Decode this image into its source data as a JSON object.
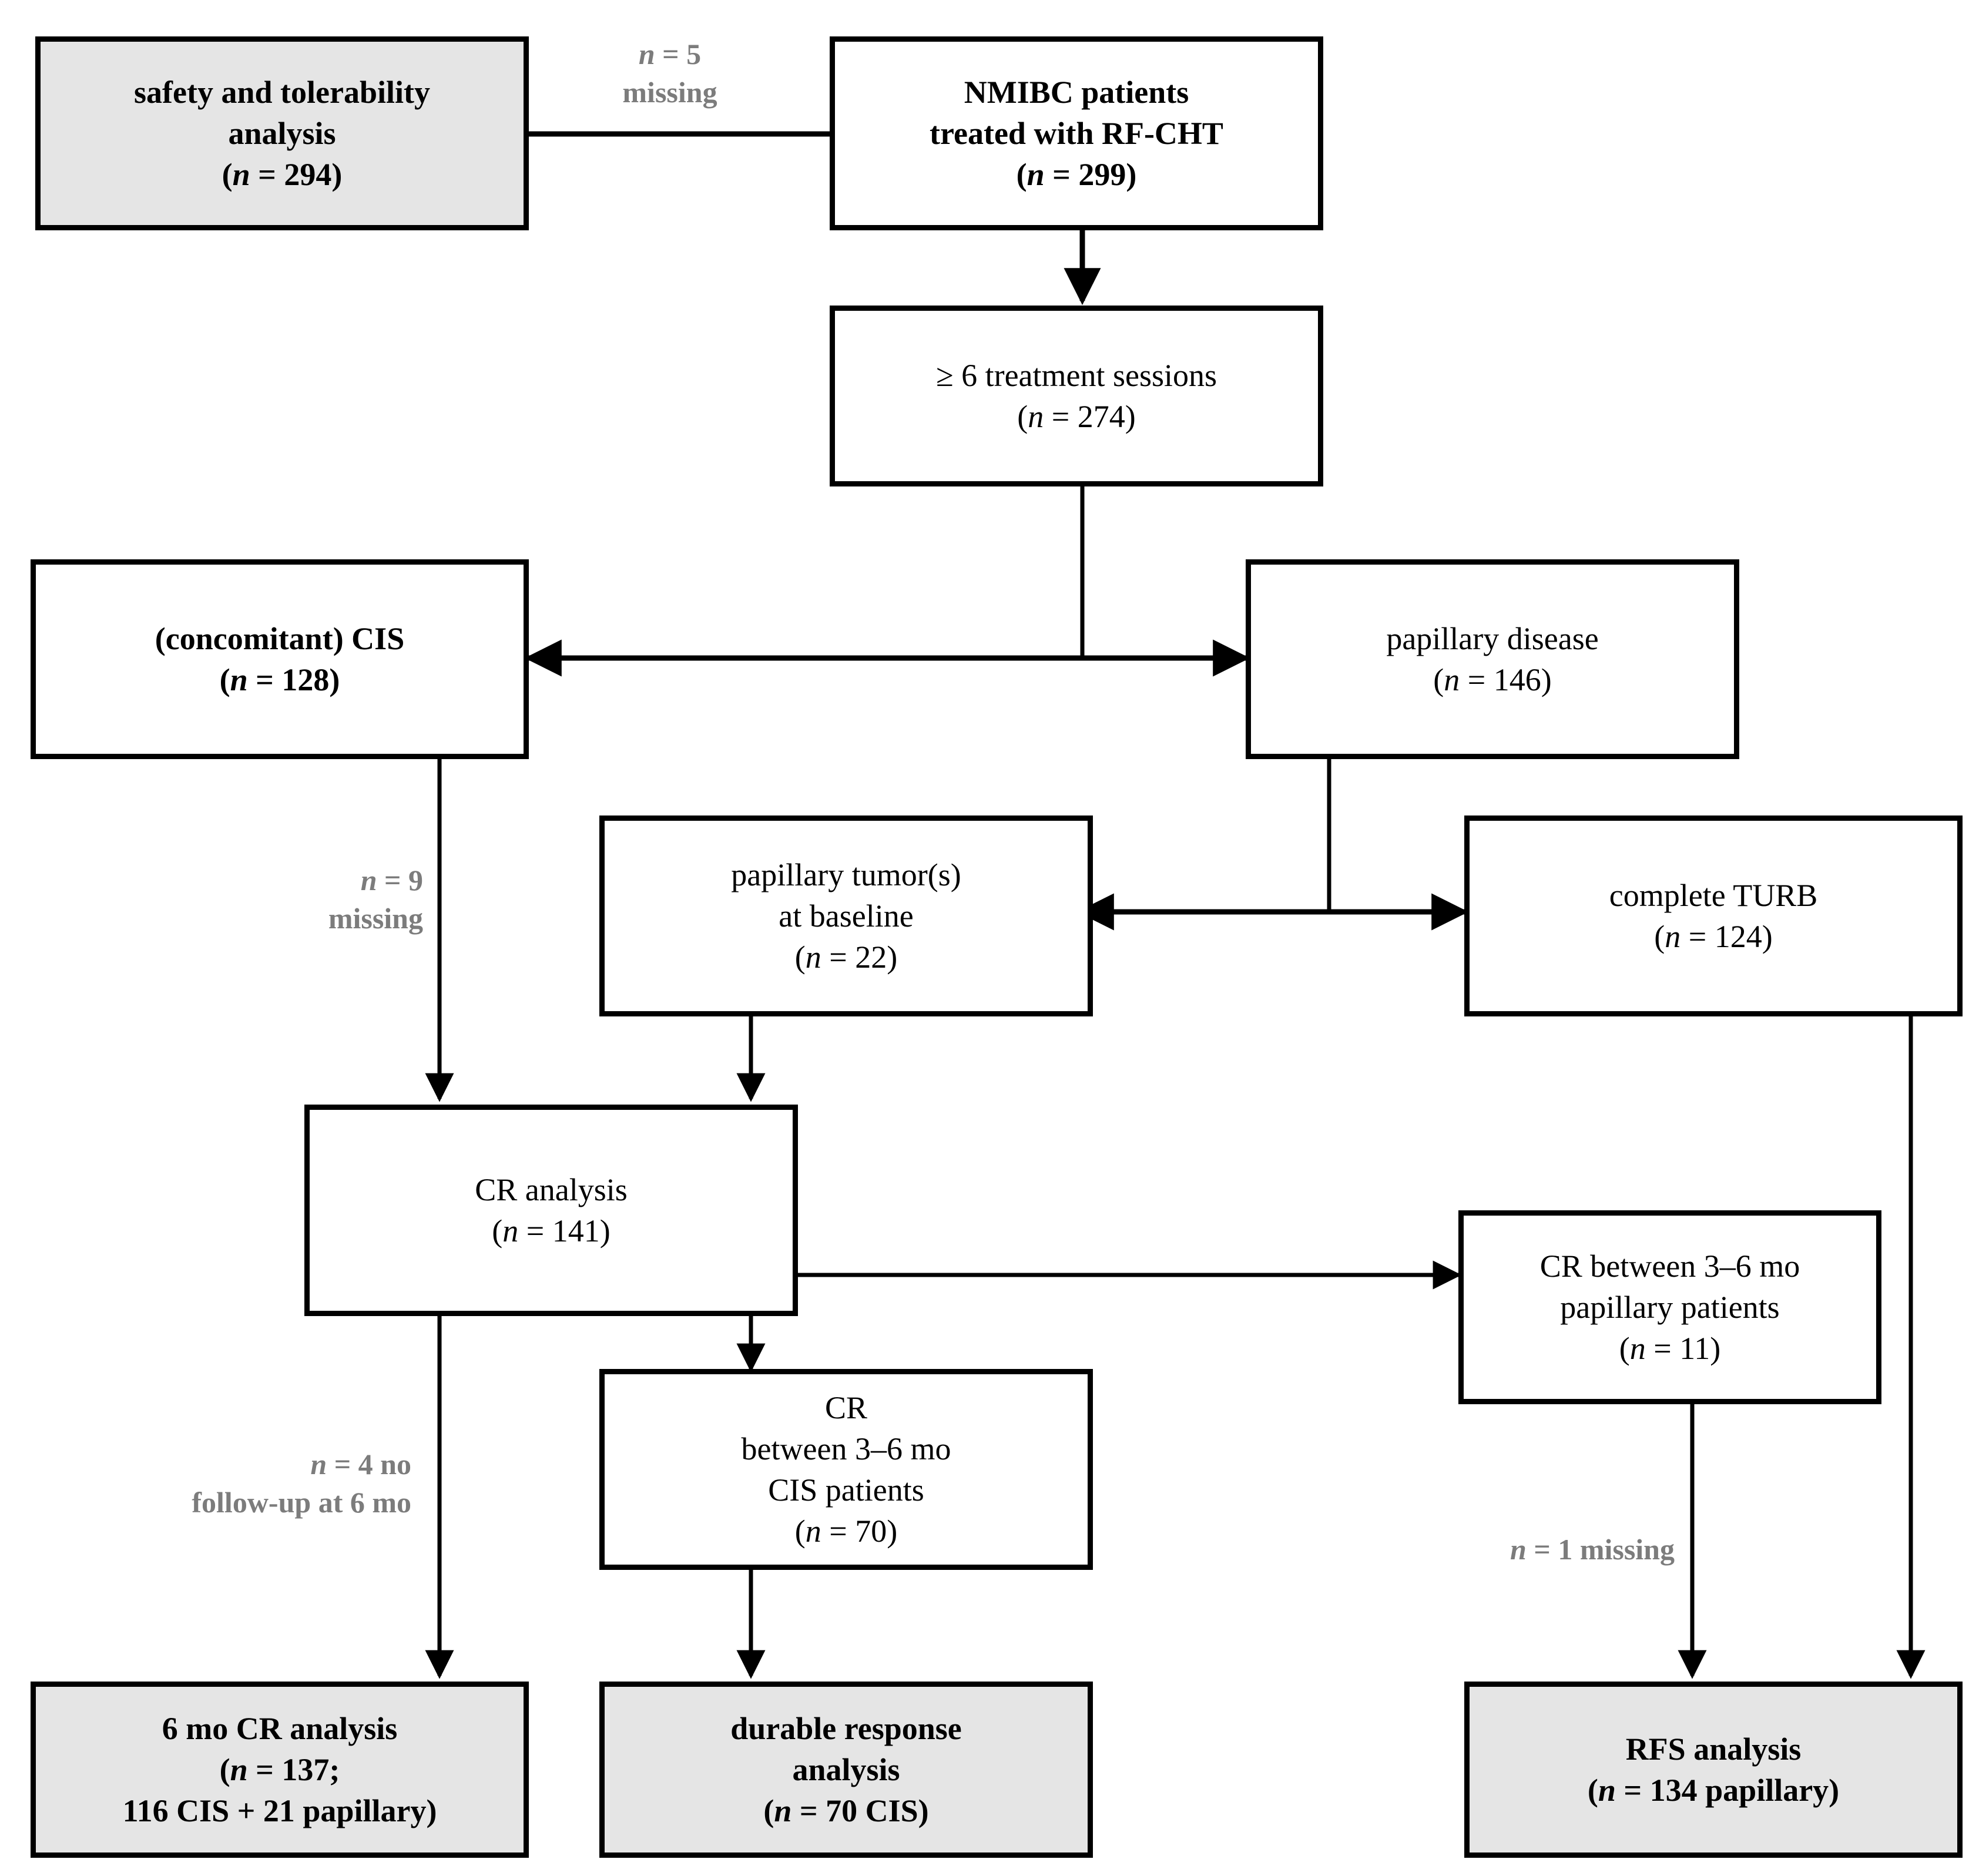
{
  "figure": {
    "type": "flowchart",
    "title": "",
    "palette": {
      "shaded_box_fill": "#e5e5e5",
      "plain_box_fill": "#ffffff",
      "border": "#000000",
      "edge_label_gray": "#7c7c7c"
    }
  },
  "nodes": [
    {
      "id": "safety",
      "shaded": true,
      "bold": true,
      "lines": [
        "safety and tolerability",
        "analysis",
        "(n = 294)"
      ],
      "line1": "safety and tolerability",
      "line2": "analysis",
      "line3_pre": "(",
      "line3_n": "n",
      "line3_post": " = 294)"
    },
    {
      "id": "nmibc",
      "shaded": false,
      "bold": true,
      "line1": "NMIBC patients",
      "line2": "treated with RF-CHT",
      "line3_pre": "(",
      "line3_n": "n",
      "line3_post": " = 299)"
    },
    {
      "id": "sessions",
      "shaded": false,
      "bold": false,
      "line1": "≥ 6 treatment sessions",
      "line2_pre": "(",
      "line2_n": "n",
      "line2_post": " = 274)"
    },
    {
      "id": "cis",
      "shaded": false,
      "bold": true,
      "line1": "(concomitant) CIS",
      "line2_pre": "(",
      "line2_n": "n",
      "line2_post": " = 128)"
    },
    {
      "id": "papillary-disease",
      "shaded": false,
      "bold": false,
      "line1": "papillary disease",
      "line2_pre": "(",
      "line2_n": "n",
      "line2_post": " = 146)"
    },
    {
      "id": "papillary-tumors",
      "shaded": false,
      "bold": false,
      "line1": "papillary tumor(s)",
      "line2": "at baseline",
      "line3_pre": "(",
      "line3_n": "n",
      "line3_post": " = 22)"
    },
    {
      "id": "complete-turb",
      "shaded": false,
      "bold": false,
      "line1": "complete TURB",
      "line2_pre": "(",
      "line2_n": "n",
      "line2_post": " = 124)"
    },
    {
      "id": "cr-analysis",
      "shaded": false,
      "bold": false,
      "line1": "CR analysis",
      "line2_pre": "(",
      "line2_n": "n",
      "line2_post": " = 141)"
    },
    {
      "id": "cr-papillary",
      "shaded": false,
      "bold": false,
      "line1": "CR between 3–6 mo",
      "line2": "papillary patients",
      "line3_pre": "(",
      "line3_n": "n",
      "line3_post": " = 11)"
    },
    {
      "id": "cr-cis",
      "shaded": false,
      "bold": false,
      "line1": "CR",
      "line2": "between 3–6 mo",
      "line3": "CIS patients",
      "line4_pre": "(",
      "line4_n": "n",
      "line4_post": " = 70)"
    },
    {
      "id": "six-mo-cr",
      "shaded": true,
      "bold": true,
      "line1": "6 mo CR analysis",
      "line2_pre": "(",
      "line2_n": "n",
      "line2_post": " = 137;",
      "line3": "116 CIS + 21 papillary)"
    },
    {
      "id": "durable",
      "shaded": true,
      "bold": true,
      "line1": "durable response",
      "line2": "analysis",
      "line3_pre": "(",
      "line3_n": "n",
      "line3_post": " = 70 CIS)"
    },
    {
      "id": "rfs",
      "shaded": true,
      "bold": true,
      "line1": "RFS analysis",
      "line2_pre": "(",
      "line2_n": "n",
      "line2_post": " = 134 papillary)"
    }
  ],
  "edge_labels": [
    {
      "id": "missing-5",
      "line1_n": "n",
      "line1_post": " = 5",
      "line2": "missing"
    },
    {
      "id": "missing-9",
      "line1_n": "n",
      "line1_post": " = 9",
      "line2": "missing"
    },
    {
      "id": "no-followup-4",
      "line1_n": "n",
      "line1_post": " = 4 no",
      "line2": "follow-up at 6 mo"
    },
    {
      "id": "missing-1",
      "line1_n": "n",
      "line1_post": " = 1 missing"
    }
  ]
}
